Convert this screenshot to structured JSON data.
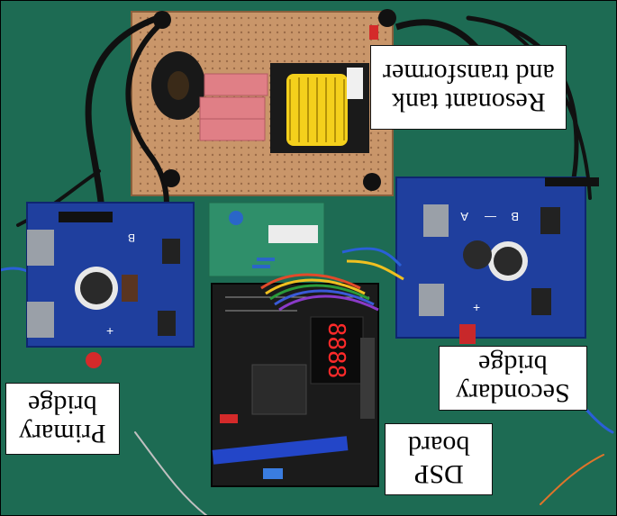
{
  "labels": {
    "resonant_line1": "Resonant tank",
    "resonant_line2": "and transformer",
    "primary_line1": "Primary",
    "primary_line2": "bridge",
    "secondary_line1": "Secondary",
    "secondary_line2": "bridge",
    "dsp_line1": "DSP",
    "dsp_line2": "board"
  },
  "board_markings": {
    "secondary_a": "A",
    "secondary_minus": "—",
    "secondary_b": "B",
    "secondary_plus": "+",
    "primary_b": "B",
    "primary_plus": "+",
    "display_digits": "8888"
  },
  "colors": {
    "table": "#1d6b53",
    "pcb_blue": "#1f3f9e",
    "perfboard": "#c9966a",
    "capacitor_red": "#e07f86",
    "coil_yellow": "#f4d01c",
    "dsp_board": "#1b1b1b",
    "led_red": "#ff2a2a"
  }
}
